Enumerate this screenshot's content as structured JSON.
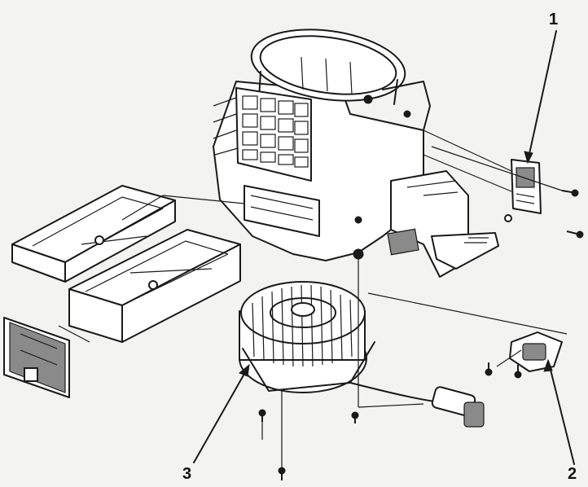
{
  "callouts": [
    {
      "number": "1",
      "part": "blower-resistor"
    },
    {
      "number": "2",
      "part": "blower-relay"
    },
    {
      "number": "3",
      "part": "blower-motor-assembly"
    }
  ],
  "colors": {
    "ink": "#1a1a1a",
    "paper": "#f3f3f1"
  }
}
